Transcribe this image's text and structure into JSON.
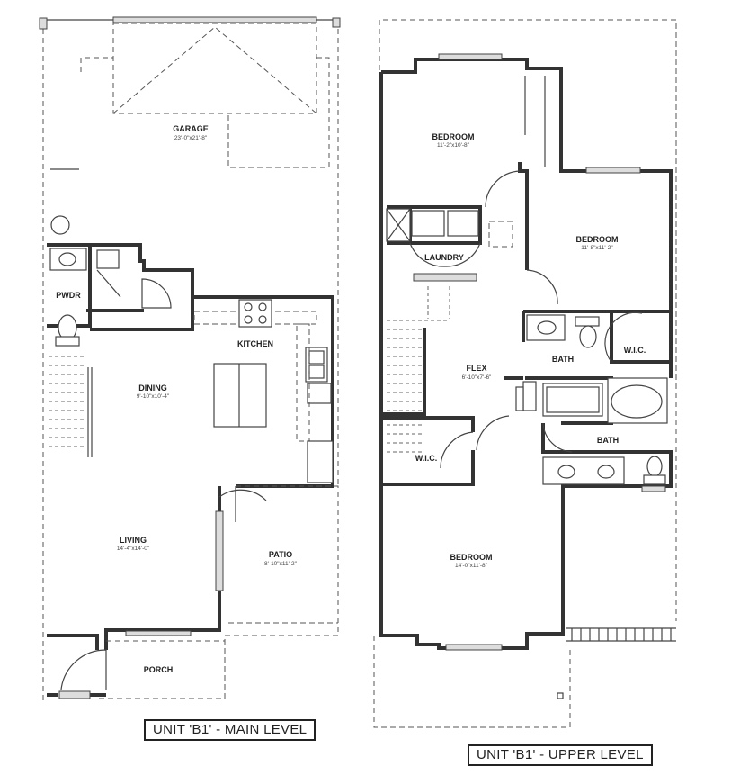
{
  "main_level": {
    "title": "UNIT 'B1' - MAIN LEVEL",
    "rooms": {
      "garage": {
        "name": "GARAGE",
        "dim": "23'-0\"x21'-8\""
      },
      "pwdr": {
        "name": "PWDR",
        "dim": ""
      },
      "kitchen": {
        "name": "KITCHEN",
        "dim": ""
      },
      "dining": {
        "name": "DINING",
        "dim": "9'-10\"x10'-4\""
      },
      "living": {
        "name": "LIVING",
        "dim": "14'-4\"x14'-0\""
      },
      "patio": {
        "name": "PATIO",
        "dim": "8'-10\"x11'-2\""
      },
      "porch": {
        "name": "PORCH",
        "dim": ""
      }
    }
  },
  "upper_level": {
    "title": "UNIT 'B1' - UPPER LEVEL",
    "rooms": {
      "bedroom1": {
        "name": "BEDROOM",
        "dim": "11'-2\"x10'-8\""
      },
      "bedroom2": {
        "name": "BEDROOM",
        "dim": "11'-8\"x11'-2\""
      },
      "laundry": {
        "name": "LAUNDRY",
        "dim": ""
      },
      "bath1": {
        "name": "BATH",
        "dim": ""
      },
      "wic1": {
        "name": "W.I.C.",
        "dim": ""
      },
      "flex": {
        "name": "FLEX",
        "dim": "6'-10\"x7'-6\""
      },
      "bath2": {
        "name": "BATH",
        "dim": ""
      },
      "wic2": {
        "name": "W.I.C.",
        "dim": ""
      },
      "bedroom3": {
        "name": "BEDROOM",
        "dim": "14'-0\"x11'-8\""
      }
    }
  }
}
